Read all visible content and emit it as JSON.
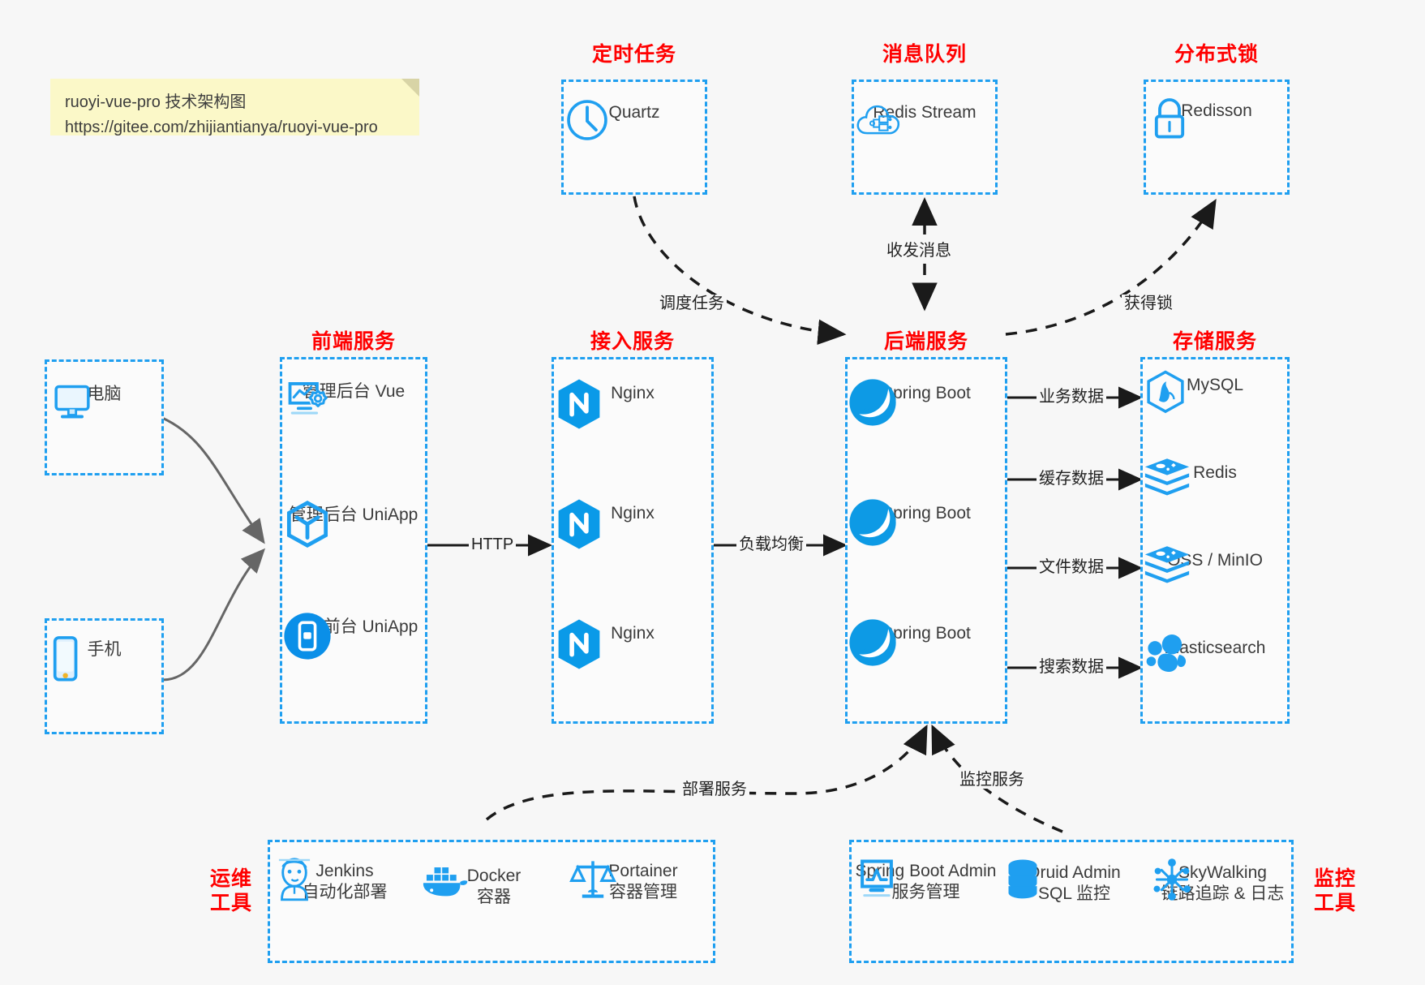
{
  "note": {
    "line1": "ruoyi-vue-pro 技术架构图",
    "line2": "https://gitee.com/zhijiantianya/ruoyi-vue-pro"
  },
  "groups": {
    "scheduler": {
      "title": "定时任务"
    },
    "mq": {
      "title": "消息队列"
    },
    "lock": {
      "title": "分布式锁"
    },
    "frontend": {
      "title": "前端服务"
    },
    "gateway": {
      "title": "接入服务"
    },
    "backend": {
      "title": "后端服务"
    },
    "storage": {
      "title": "存储服务"
    },
    "devops": {
      "title_line1": "运维",
      "title_line2": "工具"
    },
    "monitoring": {
      "title_line1": "监控",
      "title_line2": "工具"
    }
  },
  "clients": [
    {
      "label": "电脑",
      "icon": "desktop-icon"
    },
    {
      "label": "手机",
      "icon": "phone-icon"
    }
  ],
  "scheduler_nodes": [
    {
      "label": "Quartz",
      "icon": "clock-icon"
    }
  ],
  "mq_nodes": [
    {
      "label": "Redis Stream",
      "icon": "cloud-stream-icon"
    }
  ],
  "lock_nodes": [
    {
      "label": "Redisson",
      "icon": "lock-icon"
    }
  ],
  "frontend_nodes": [
    {
      "label": "管理后台 Vue",
      "icon": "dashboard-gear-icon"
    },
    {
      "label": "管理后台 UniApp",
      "icon": "cube-icon"
    },
    {
      "label": "用户前台 UniApp",
      "icon": "mobile-app-icon"
    }
  ],
  "gateway_nodes": [
    {
      "label": "Nginx",
      "icon": "nginx-icon"
    },
    {
      "label": "Nginx",
      "icon": "nginx-icon"
    },
    {
      "label": "Nginx",
      "icon": "nginx-icon"
    }
  ],
  "backend_nodes": [
    {
      "label": "Spring Boot",
      "icon": "spring-boot-icon"
    },
    {
      "label": "Spring Boot",
      "icon": "spring-boot-icon"
    },
    {
      "label": "Spring Boot",
      "icon": "spring-boot-icon"
    }
  ],
  "storage_nodes": [
    {
      "label": "MySQL",
      "icon": "mysql-icon"
    },
    {
      "label": "Redis",
      "icon": "redis-icon"
    },
    {
      "label": "OSS / MinIO",
      "icon": "redis-icon"
    },
    {
      "label": "Elasticsearch",
      "icon": "elasticsearch-icon"
    }
  ],
  "devops_nodes": [
    {
      "label": "Jenkins",
      "sub": "自动化部署",
      "icon": "jenkins-icon"
    },
    {
      "label": "Docker",
      "sub": "容器",
      "icon": "docker-icon"
    },
    {
      "label": "Portainer",
      "sub": "容器管理",
      "icon": "scales-icon"
    }
  ],
  "monitoring_nodes": [
    {
      "label": "Spring Boot Admin",
      "sub": "服务管理",
      "icon": "monitor-chart-icon"
    },
    {
      "label": "Druid Admin",
      "sub": "SQL 监控",
      "icon": "database-icon"
    },
    {
      "label": "SkyWalking",
      "sub": "链路追踪 & 日志",
      "icon": "skywalking-icon"
    }
  ],
  "edges": [
    {
      "id": "http",
      "label": "HTTP"
    },
    {
      "id": "lb",
      "label": "负载均衡"
    },
    {
      "id": "schedule",
      "label": "调度任务"
    },
    {
      "id": "mq-msg",
      "label": "收发消息"
    },
    {
      "id": "acquire-lock",
      "label": "获得锁"
    },
    {
      "id": "biz-data",
      "label": "业务数据"
    },
    {
      "id": "cache-data",
      "label": "缓存数据"
    },
    {
      "id": "file-data",
      "label": "文件数据"
    },
    {
      "id": "search-data",
      "label": "搜索数据"
    },
    {
      "id": "deploy",
      "label": "部署服务"
    },
    {
      "id": "monitor",
      "label": "监控服务"
    }
  ],
  "colors": {
    "accent": "#1f9ff0",
    "title": "#ff0000",
    "text": "#3b3b3b",
    "background": "#f7f7f7",
    "note": "#fbf8c8"
  }
}
